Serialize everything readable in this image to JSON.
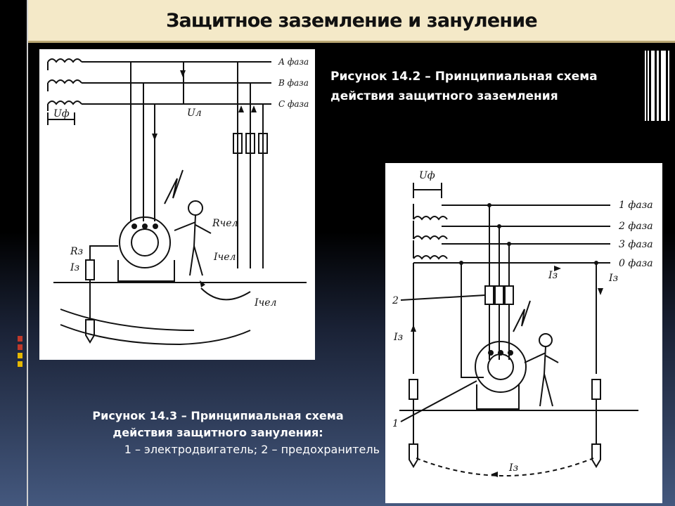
{
  "slide": {
    "title": "Защитное заземление и зануление"
  },
  "figure_1": {
    "caption_line1": "Рисунок 14.2 – Принципиальная схема",
    "caption_line2": "действия защитного заземления",
    "labels": {
      "phase_a": "А фаза",
      "phase_b": "В фаза",
      "phase_c": "С фаза",
      "u_phase": "Uф",
      "u_line": "Uл",
      "r_person": "Rчел",
      "i_person_small": "Iчел",
      "i_person_ground": "Iчел",
      "r_ground": "Rз",
      "i_ground": "Iз"
    }
  },
  "figure_2": {
    "caption_line1": "Рисунок 14.3 – Принципиальная схема",
    "caption_line2": "действия защитного зануления:",
    "caption_line3": "1 – электродвигатель; 2 – предохранитель",
    "labels": {
      "u_phase": "Uф",
      "phase_1": "1 фаза",
      "phase_2": "2 фаза",
      "phase_3": "3 фаза",
      "phase_0": "0 фаза",
      "i_z_mid": "Iз",
      "i_z_right": "Iз",
      "i_z_left": "Iз",
      "i_z_bottom": "Iз",
      "marker_2": "2",
      "marker_1": "1"
    }
  },
  "colors": {
    "title_bg": "#f4e9c8",
    "accent_red": "#c0392b",
    "accent_yellow": "#e6b800"
  }
}
